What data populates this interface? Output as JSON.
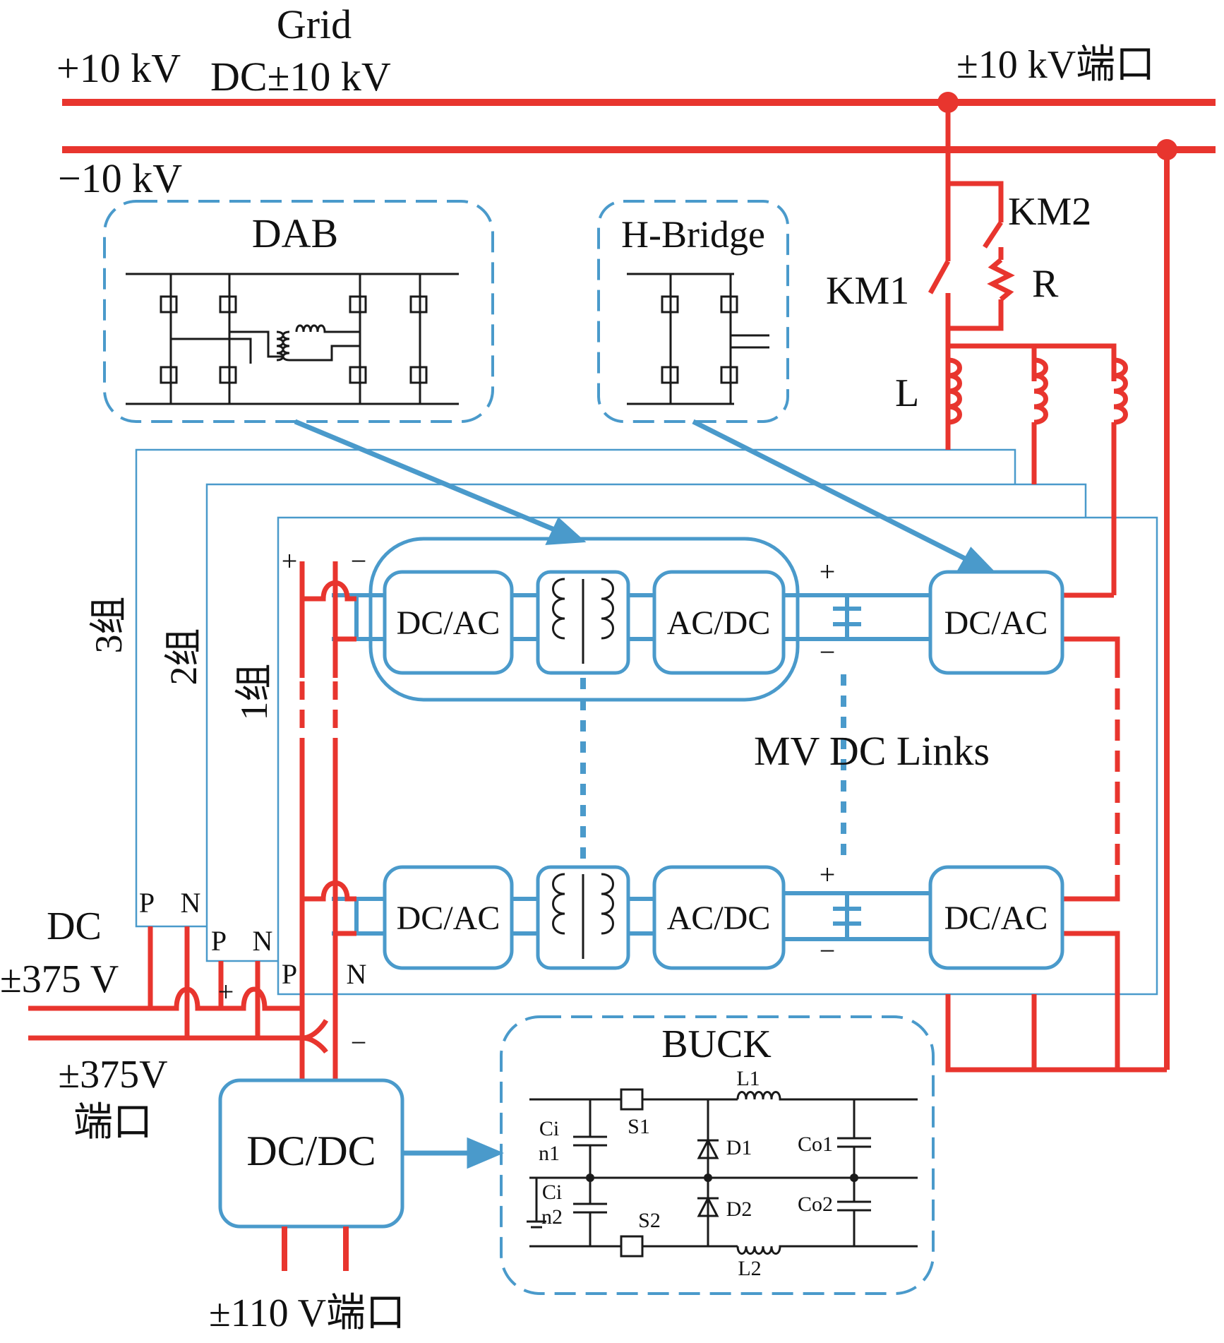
{
  "colors": {
    "bus": "#e8352e",
    "module": "#4a9acb",
    "component": "#1a1a1a",
    "text": "#111111"
  },
  "grid": {
    "title": "Grid",
    "pos_label": "+10 kV",
    "dc_label": "DC±10 kV",
    "neg_label": "−10 kV",
    "port_label": "±10 kV端口"
  },
  "switches": {
    "km1": "KM1",
    "km2": "KM2",
    "r": "R",
    "l": "L"
  },
  "insets": {
    "dab": "DAB",
    "hbridge": "H-Bridge",
    "buck": "BUCK"
  },
  "groups": {
    "g3": "3组",
    "g2": "2组",
    "g1": "1组"
  },
  "terminals": {
    "p": "P",
    "n": "N",
    "plus": "+",
    "minus": "−"
  },
  "modules": {
    "dcac_left": "DC/AC",
    "acdc": "AC/DC",
    "dcac_right": "DC/AC",
    "dcdc": "DC/DC",
    "mv_links": "MV DC Links"
  },
  "lv": {
    "dc_label": "DC",
    "dc_voltage": "±375 V",
    "port_voltage": "±375V",
    "port_word": "端口",
    "port_110": "±110 V端口"
  },
  "buck_parts": {
    "s1": "S1",
    "s2": "S2",
    "l1": "L1",
    "l2": "L2",
    "d1": "D1",
    "d2": "D2",
    "cin1_a": "Ci",
    "cin1_b": "n1",
    "cin2_a": "Ci",
    "cin2_b": "n2",
    "co1": "Co1",
    "co2": "Co2"
  }
}
